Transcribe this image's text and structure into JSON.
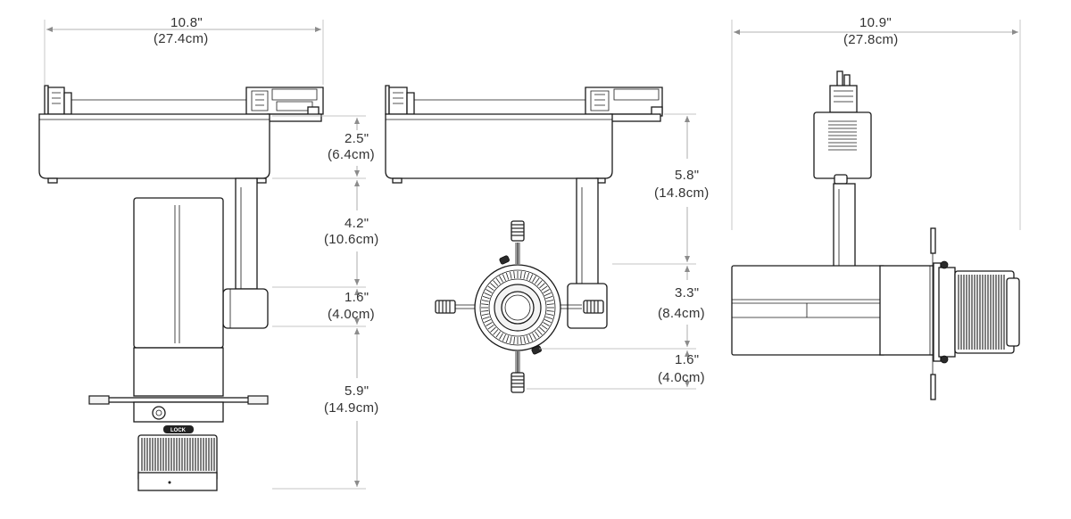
{
  "views": {
    "side": {
      "width": {
        "in": "10.8\"",
        "cm": "(27.4cm)"
      },
      "housing": {
        "in": "2.5\"",
        "cm": "(6.4cm)"
      },
      "stem": {
        "in": "4.2\"",
        "cm": "(10.6cm)"
      },
      "knuckle": {
        "in": "1.6\"",
        "cm": "(4.0cm)"
      },
      "barrel": {
        "in": "5.9\"",
        "cm": "(14.9cm)"
      },
      "lock_label": "LOCK"
    },
    "front": {
      "upper": {
        "in": "5.8\"",
        "cm": "(14.8cm)"
      },
      "middle": {
        "in": "3.3\"",
        "cm": "(8.4cm)"
      },
      "lower": {
        "in": "1.6\"",
        "cm": "(4.0cm)"
      }
    },
    "end": {
      "width": {
        "in": "10.9\"",
        "cm": "(27.8cm)"
      }
    }
  },
  "colors": {
    "line": "#1a1a1a",
    "dimension": "#9a9a9a",
    "text": "#333333"
  }
}
